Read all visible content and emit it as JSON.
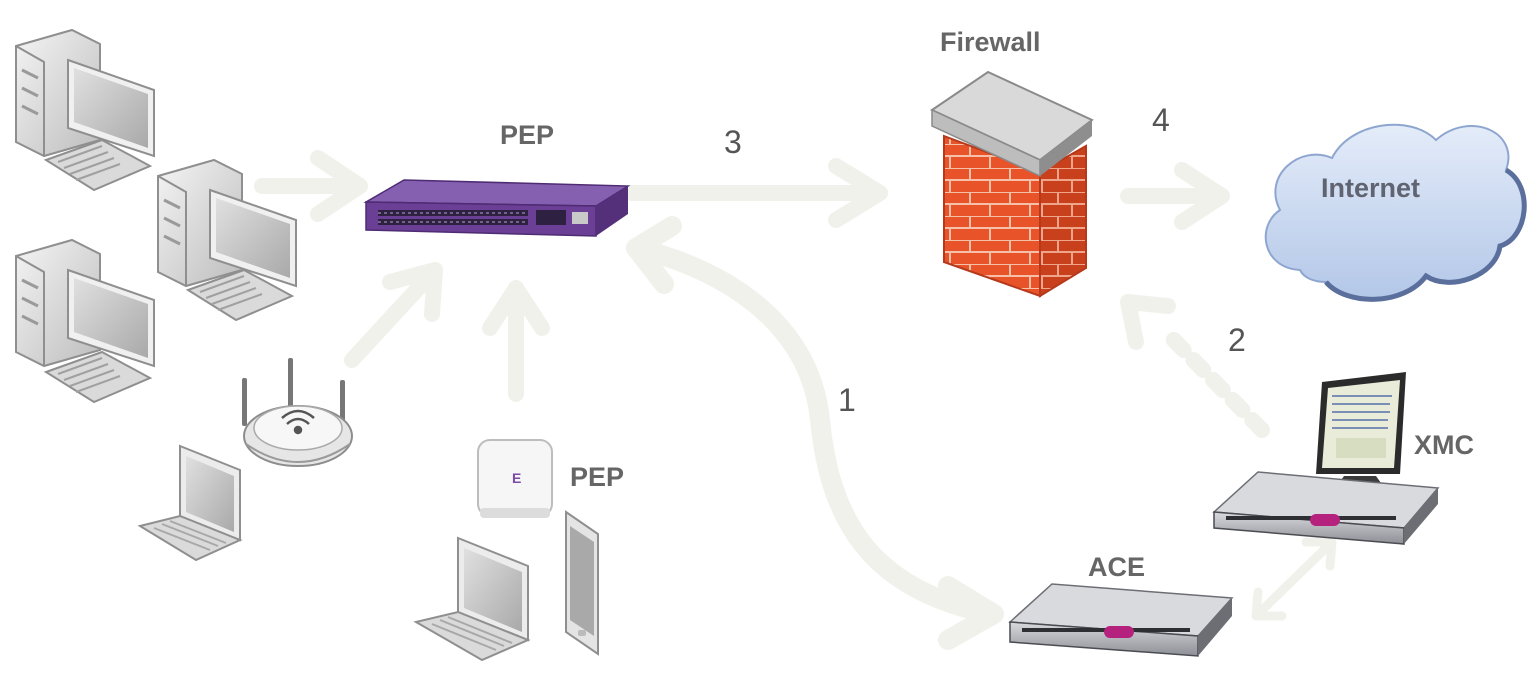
{
  "labels": {
    "switch_pep": "PEP",
    "ap_pep": "PEP",
    "firewall": "Firewall",
    "internet": "Internet",
    "ace": "ACE",
    "xmc": "XMC"
  },
  "steps": {
    "step1": "1",
    "step2": "2",
    "step3": "3",
    "step4": "4"
  },
  "colors": {
    "switch_purple": "#6a3f95",
    "firewall_brick": "#e8532a",
    "cloud_blue": "#c9d8f0",
    "arrow": "#f2f2ee",
    "label_gray": "#666666",
    "server_dark": "#3a3a3a",
    "logo_magenta": "#b5227e"
  }
}
